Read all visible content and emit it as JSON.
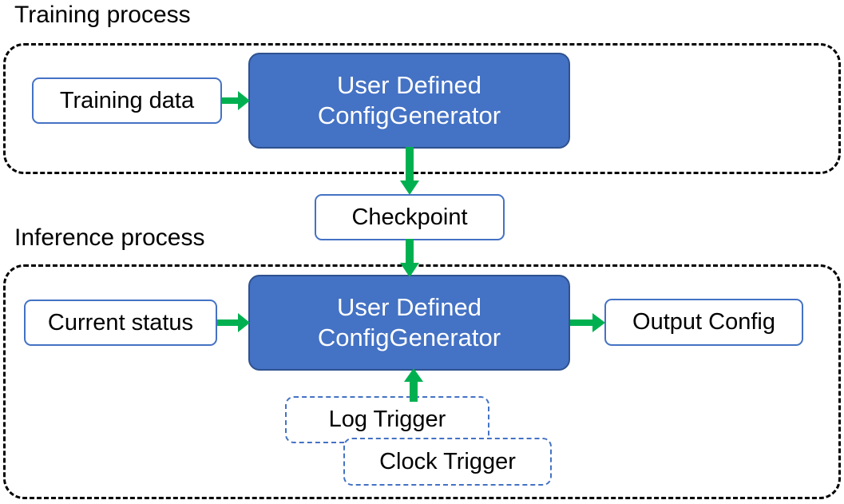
{
  "diagram": {
    "title_visible": false,
    "colors": {
      "process_fill": "#4472C4",
      "process_border": "#2F528F",
      "plain_border": "#4472C4",
      "trigger_border": "#4472C4",
      "arrow": "#00B050",
      "group_border": "#000000",
      "text_dark": "#000000",
      "text_light": "#FFFFFF",
      "background": "#FFFFFF"
    },
    "groups": [
      {
        "id": "training",
        "caption": "Training process"
      },
      {
        "id": "inference",
        "caption": "Inference process"
      }
    ],
    "nodes": {
      "training_data": "Training data",
      "generator_training_line1": "User Defined",
      "generator_training_line2": "ConfigGenerator",
      "checkpoint": "Checkpoint",
      "current_status": "Current status",
      "generator_inference_line1": "User Defined",
      "generator_inference_line2": "ConfigGenerator",
      "output_config": "Output Config",
      "log_trigger": "Log Trigger",
      "clock_trigger": "Clock Trigger"
    },
    "edges": [
      {
        "id": "training-data-to-generator",
        "from": "Training data",
        "to": "User Defined ConfigGenerator",
        "direction": "right",
        "style": "solid",
        "color": "#00B050"
      },
      {
        "id": "generator-to-checkpoint",
        "from": "User Defined ConfigGenerator",
        "to": "Checkpoint",
        "direction": "down",
        "style": "solid",
        "color": "#00B050"
      },
      {
        "id": "checkpoint-to-generator",
        "from": "Checkpoint",
        "to": "User Defined ConfigGenerator",
        "direction": "down",
        "style": "solid",
        "color": "#00B050"
      },
      {
        "id": "current-status-to-generator",
        "from": "Current status",
        "to": "User Defined ConfigGenerator",
        "direction": "right",
        "style": "solid",
        "color": "#00B050"
      },
      {
        "id": "generator-to-output-config",
        "from": "User Defined ConfigGenerator",
        "to": "Output Config",
        "direction": "right",
        "style": "solid",
        "color": "#00B050"
      },
      {
        "id": "triggers-to-generator",
        "from": "Log Trigger / Clock Trigger",
        "to": "User Defined ConfigGenerator",
        "direction": "up",
        "style": "solid",
        "color": "#00B050"
      }
    ]
  }
}
